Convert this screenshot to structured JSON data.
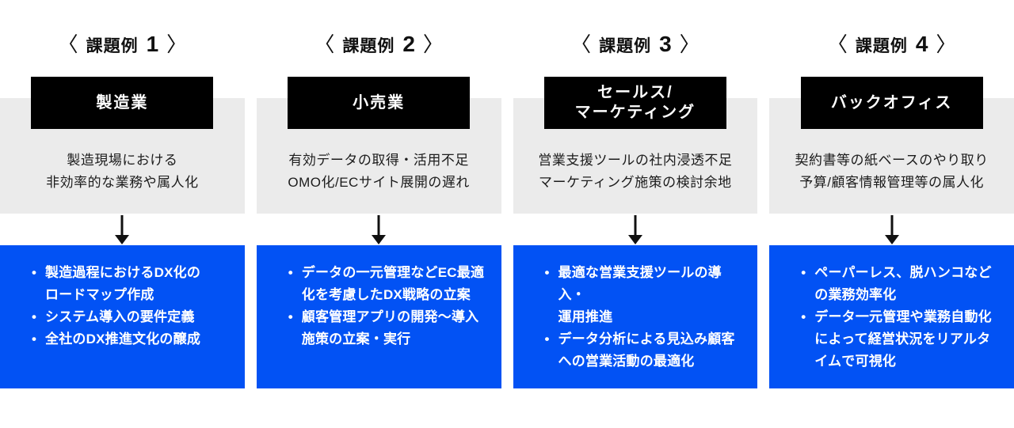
{
  "colors": {
    "solution_blue": "#0252f4",
    "panel_gray": "#ebebeb",
    "category_black": "#000000",
    "text_dark": "#1c1c1c",
    "text_white": "#ffffff"
  },
  "columns": [
    {
      "title": {
        "open": "〈",
        "label": "課題例",
        "number": "1",
        "close": "〉"
      },
      "category": "製造業",
      "problem": "製造現場における\n非効率的な業務や属人化",
      "solutions": [
        "製造過程におけるDX化の\nロードマップ作成",
        "システム導入の要件定義",
        "全社のDX推進文化の醸成"
      ]
    },
    {
      "title": {
        "open": "〈",
        "label": "課題例",
        "number": "2",
        "close": "〉"
      },
      "category": "小売業",
      "problem": "有効データの取得・活用不足\nOMO化/ECサイト展開の遅れ",
      "solutions": [
        "データの一元管理などEC最適\n化を考慮したDX戦略の立案",
        "顧客管理アプリの開発〜導入\n施策の立案・実行"
      ]
    },
    {
      "title": {
        "open": "〈",
        "label": "課題例",
        "number": "3",
        "close": "〉"
      },
      "category": "セールス/\nマーケティング",
      "problem": "営業支援ツールの社内浸透不足\nマーケティング施策の検討余地",
      "solutions": [
        "最適な営業支援ツールの導入・\n運用推進",
        "データ分析による見込み顧客\nへの営業活動の最適化"
      ]
    },
    {
      "title": {
        "open": "〈",
        "label": "課題例",
        "number": "4",
        "close": "〉"
      },
      "category": "バックオフィス",
      "problem": "契約書等の紙ベースのやり取り\n予算/顧客情報管理等の属人化",
      "solutions": [
        "ペーパーレス、脱ハンコなど\nの業務効率化",
        "データ一元管理や業務自動化\nによって経営状況をリアルタ\nイムで可視化"
      ]
    }
  ]
}
